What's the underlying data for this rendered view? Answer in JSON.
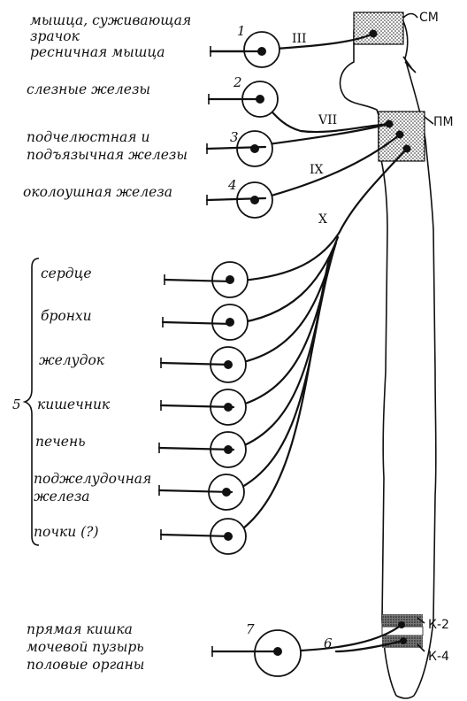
{
  "organs": {
    "o1_line1": "мышца, суживающая",
    "o1_line2": "зрачок",
    "o1_line3": "ресничная мышца",
    "o2": "слезные железы",
    "o3_line1": "подчелюстная и",
    "o3_line2": "подъязычная железы",
    "o4": "околоушная железа",
    "o5_heart": "сердце",
    "o5_bronchi": "бронхи",
    "o5_stomach": "желудок",
    "o5_intestine": "кишечник",
    "o5_liver": "печень",
    "o5_pancreas_line1": "поджелудочная",
    "o5_pancreas_line2": "железа",
    "o5_kidneys": "почки (?)",
    "o7_line1": "прямая кишка",
    "o7_line2": "мочевой пузырь",
    "o7_line3": "половые органы"
  },
  "numbers": {
    "n1": "1",
    "n2": "2",
    "n3": "3",
    "n4": "4",
    "n5": "5",
    "n6": "6",
    "n7": "7"
  },
  "nerves": {
    "III": "III",
    "VII": "VII",
    "IX": "IX",
    "X": "X"
  },
  "regions": {
    "sm": "СМ",
    "pm": "ПМ",
    "k2": "К-2",
    "k4": "К-4"
  }
}
